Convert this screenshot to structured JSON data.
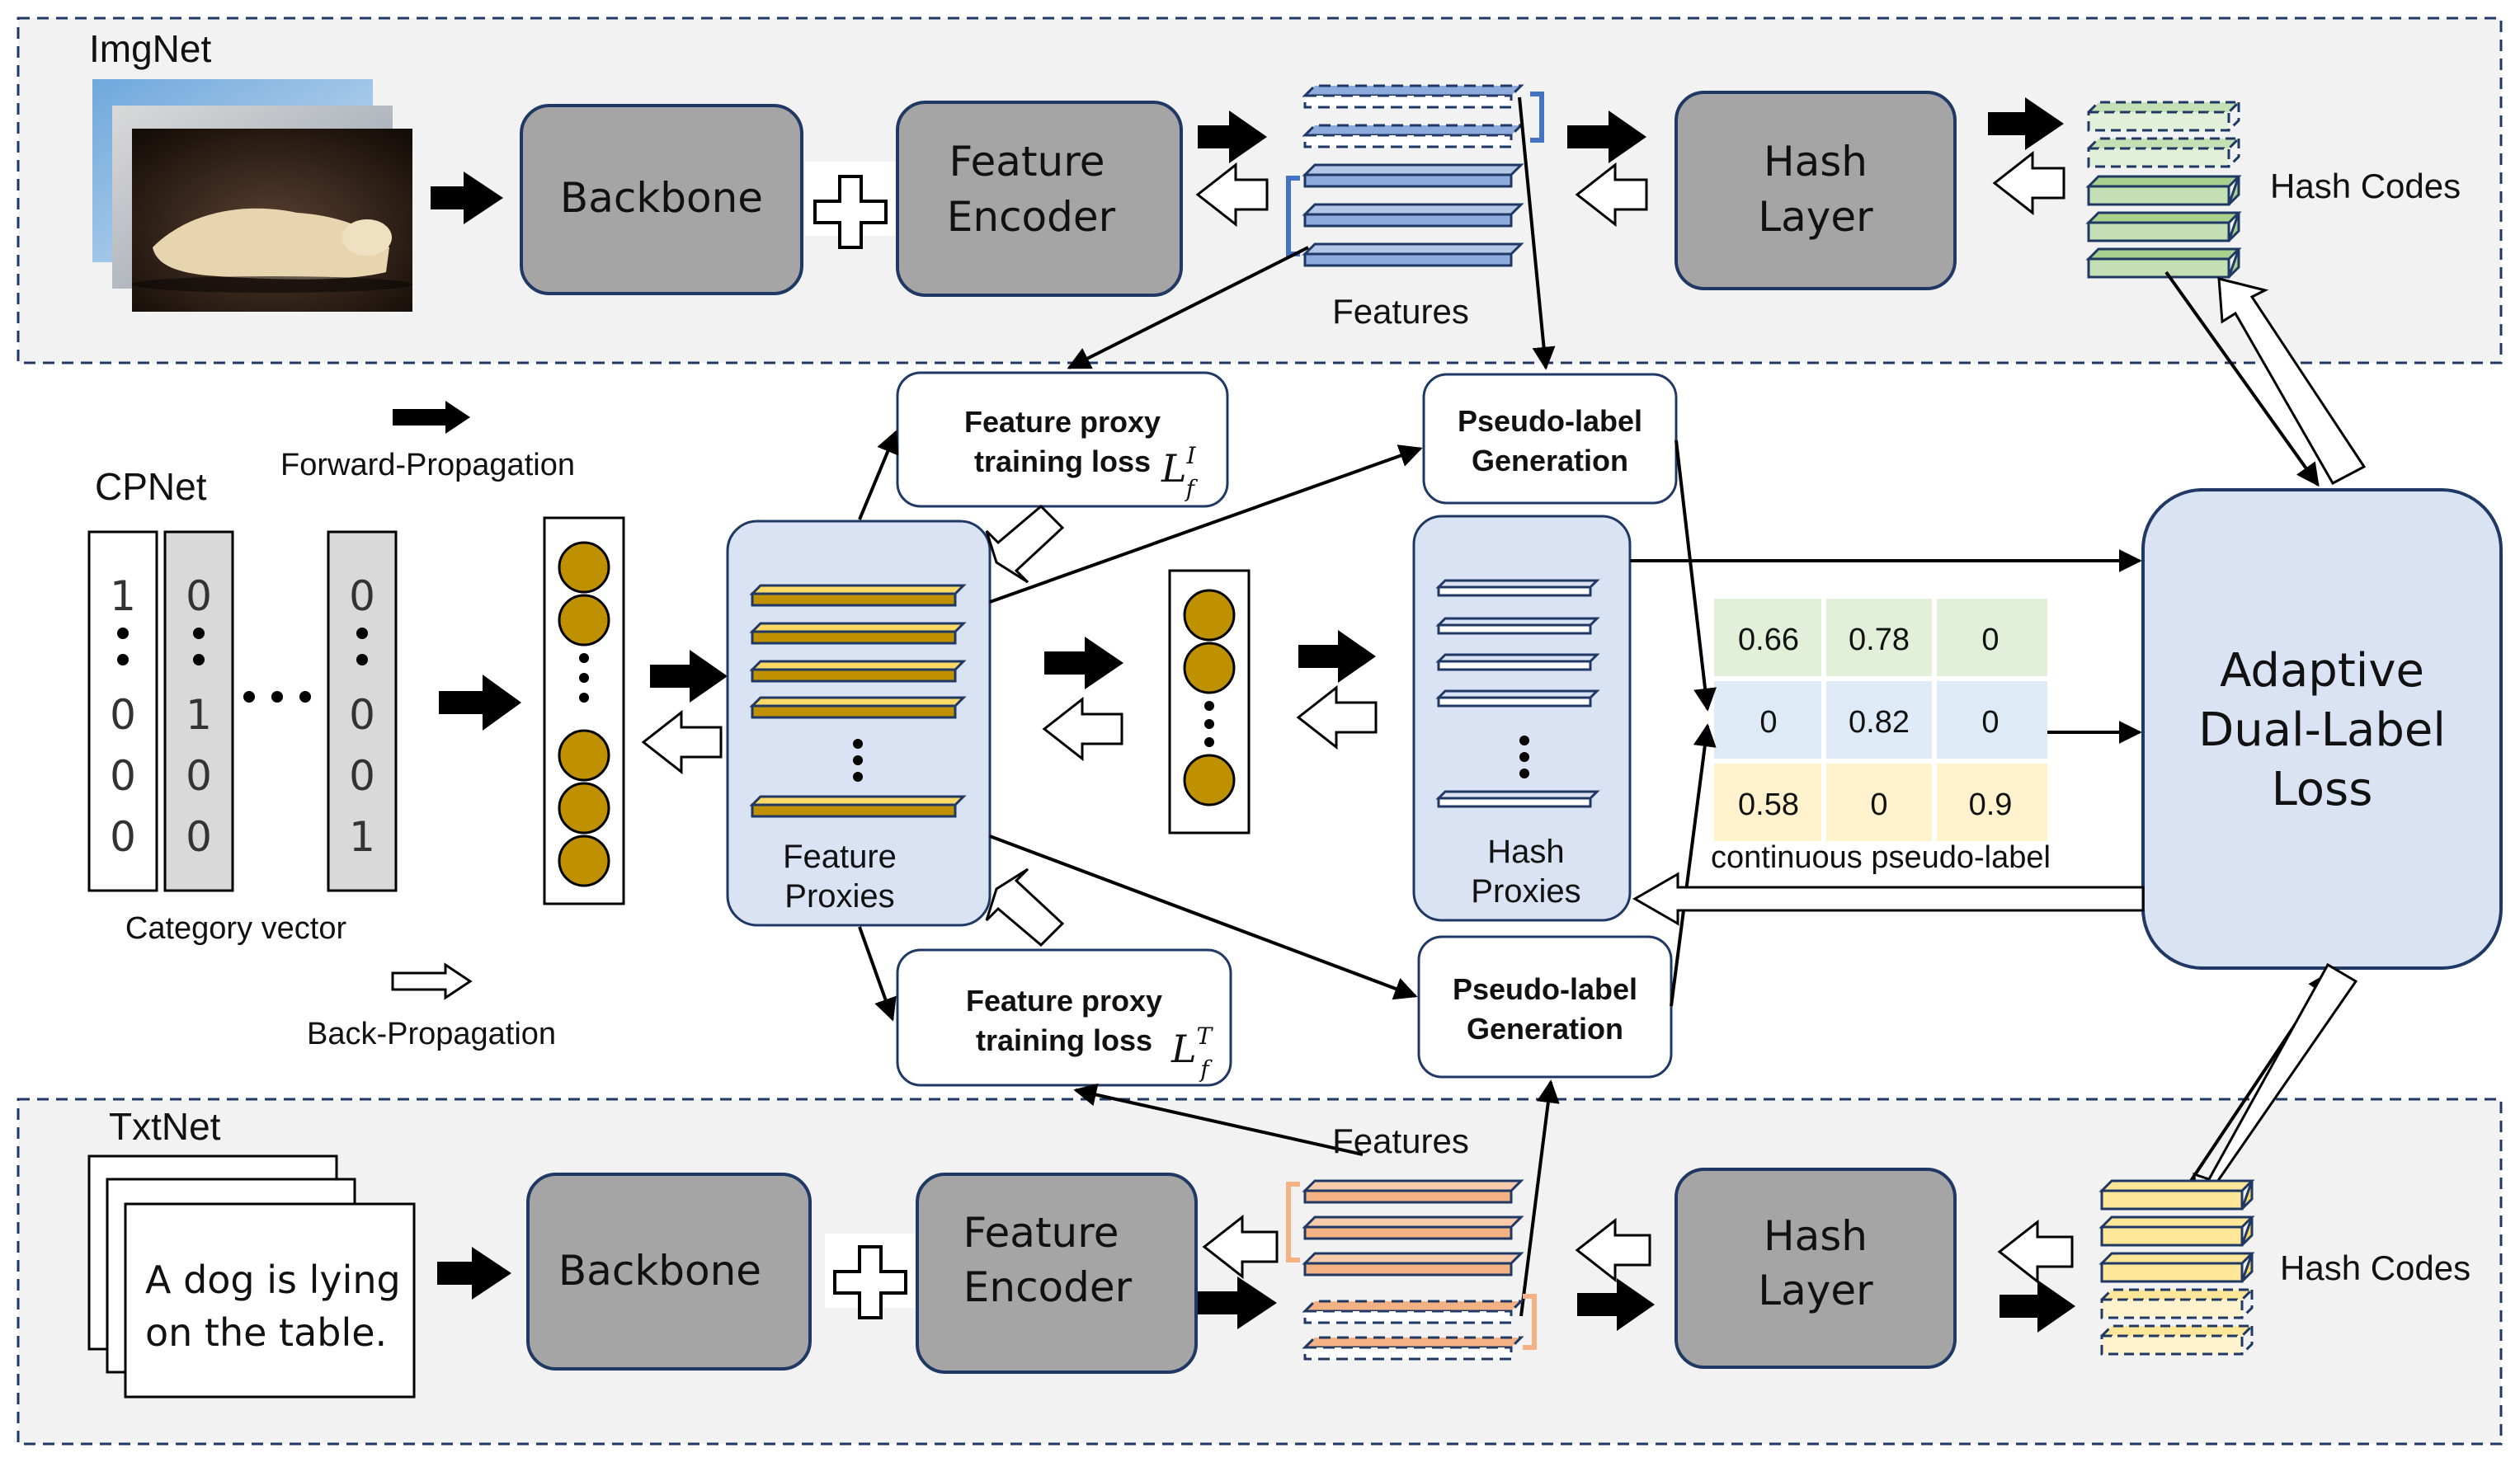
{
  "img_net": {
    "title": "ImgNet",
    "backbone": "Backbone",
    "feature_encoder": [
      "Feature",
      "Encoder"
    ],
    "features": "Features",
    "hash_layer": [
      "Hash",
      "Layer"
    ],
    "hash_codes": "Hash Codes"
  },
  "txt_net": {
    "title": "TxtNet",
    "sample_text": [
      "A dog is lying",
      "on the table."
    ],
    "backbone": "Backbone",
    "feature_encoder": [
      "Feature",
      "Encoder"
    ],
    "features": "Features",
    "hash_layer": [
      "Hash",
      "Layer"
    ],
    "hash_codes": "Hash Codes"
  },
  "cp_net": {
    "title": "CPNet",
    "legend": {
      "forward": "Forward-Propagation",
      "backward": "Back-Propagation"
    },
    "category_vector_label": "Category vector",
    "category_columns": [
      [
        "1",
        "0",
        "0",
        "0"
      ],
      [
        "0",
        "1",
        "0",
        "0"
      ],
      [
        "0",
        "0",
        "0",
        "1"
      ]
    ],
    "feature_proxies": [
      "Feature",
      "Proxies"
    ],
    "hash_proxies": [
      "Hash",
      "Proxies"
    ],
    "feature_proxy_loss_top": {
      "text": [
        "Feature proxy",
        "training loss"
      ],
      "symbol": "L",
      "superscript": "I",
      "subscript": "f"
    },
    "feature_proxy_loss_bottom": {
      "text": [
        "Feature proxy",
        "training loss"
      ],
      "symbol": "L",
      "superscript": "T",
      "subscript": "f"
    },
    "pseudo_label_top": [
      "Pseudo-label",
      "Generation"
    ],
    "pseudo_label_bottom": [
      "Pseudo-label",
      "Generation"
    ],
    "pseudo_label_matrix": [
      [
        "0.66",
        "0.78",
        "0"
      ],
      [
        "0",
        "0.82",
        "0"
      ],
      [
        "0.58",
        "0",
        "0.9"
      ]
    ],
    "pseudo_label_caption": "continuous pseudo-label",
    "loss_box": [
      "Adaptive",
      "Dual-Label",
      "Loss"
    ]
  },
  "colors": {
    "panel_fill": "#f2f2f2",
    "box_gray": "#a5a5a5",
    "proxy_box": "#dae3f3",
    "gold": "#bf9000",
    "img_feature": "#8faadc",
    "txt_feature": "#f4b183",
    "img_hash": "#c5e0b4",
    "txt_hash": "#ffe699",
    "row_green": "#e2f0d9",
    "row_blue": "#deebf7",
    "row_yellow": "#fff2cc"
  }
}
